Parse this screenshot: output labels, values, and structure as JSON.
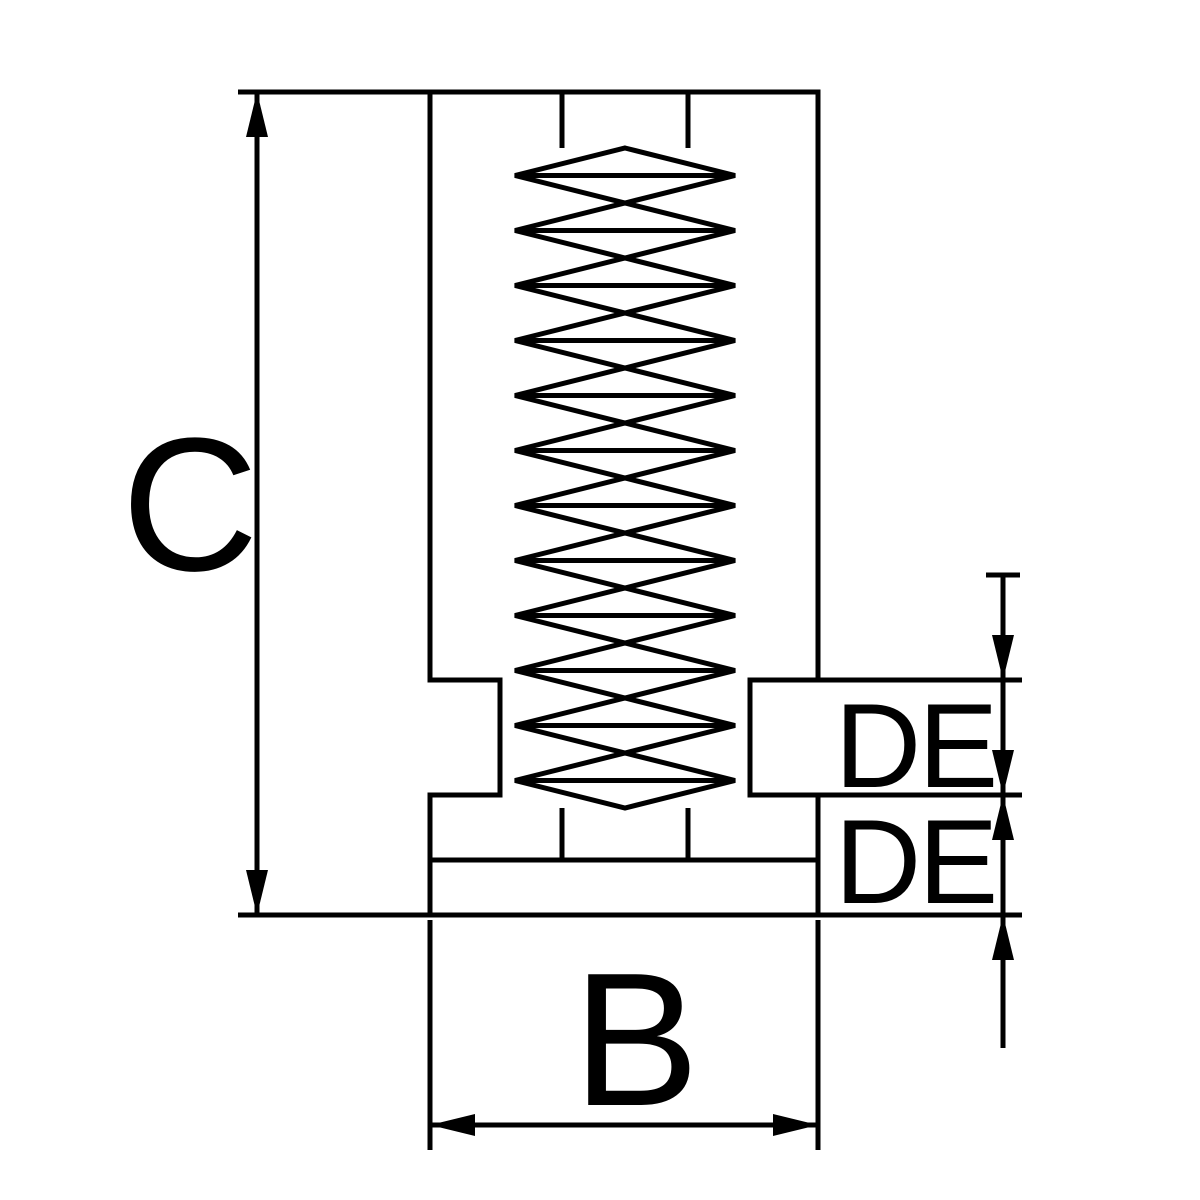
{
  "drawing": {
    "kind": "technical-dimension-drawing",
    "subject": "chuck jaw with threaded stud",
    "background": "#ffffff",
    "line_color": "#000000",
    "thread_teeth": 12,
    "labels": {
      "height": "C",
      "width": "B",
      "right_upper": "DE",
      "right_lower": "DE"
    }
  }
}
